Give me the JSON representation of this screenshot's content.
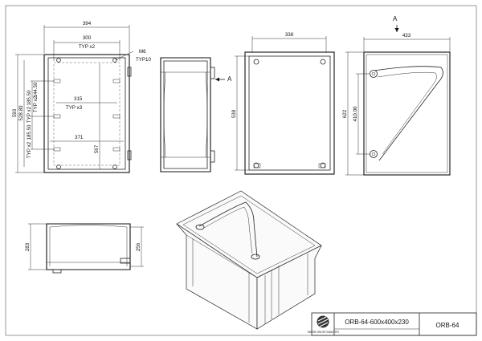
{
  "front_view": {
    "width_overall": "394",
    "width_mount": "300",
    "width_mount_note": "TYP x2",
    "thread_spec": "M6",
    "thread_note": "TYP10",
    "height_overall": "593",
    "height_inner": "528.80",
    "height_a": "185.50",
    "height_a_note": "TYP x2",
    "height_b": "185.50",
    "height_b_note": "TYP x2",
    "height_c": "144.50",
    "height_c_note": "TYP x2",
    "rail_width": "315",
    "rail_note": "TYP x3",
    "inner_width": "371",
    "inner_height": "567"
  },
  "side_view": {
    "section_label": "A"
  },
  "plate_view": {
    "width": "338",
    "height": "538"
  },
  "door_view": {
    "section_label": "A",
    "width": "433",
    "height": "622",
    "hinge_spacing": "410.00"
  },
  "top_view": {
    "depth_overall": "283",
    "depth_inner": "256"
  },
  "title_block": {
    "company": "TANOR ORLITE INDUSTRI",
    "drawing_title": "ORB-64-600x400x230",
    "part_number": "ORB-64"
  }
}
